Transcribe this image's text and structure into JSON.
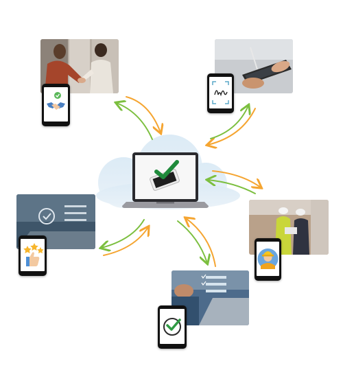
{
  "diagram": {
    "hub": {
      "device": "laptop",
      "screen_icon": "checkmark-on-phone-icon",
      "backdrop": "cloud"
    },
    "nodes": [
      {
        "id": "handshake",
        "photo": "business-handshake",
        "device_icon": "handshake-check-icon"
      },
      {
        "id": "signature",
        "photo": "signing-on-tablet",
        "device_icon": "signature-icon"
      },
      {
        "id": "construction",
        "photo": "construction-workers",
        "device_icon": "worker-avatar-icon"
      },
      {
        "id": "approval",
        "photo": "checklist-on-tablet",
        "device_icon": "check-circle-icon"
      },
      {
        "id": "review",
        "photo": "digital-rating-interface",
        "device_icon": "star-rating-thumbs-up-icon"
      }
    ],
    "arrow_colors": {
      "inbound": "#f5a531",
      "outbound": "#7cbf3f"
    }
  }
}
